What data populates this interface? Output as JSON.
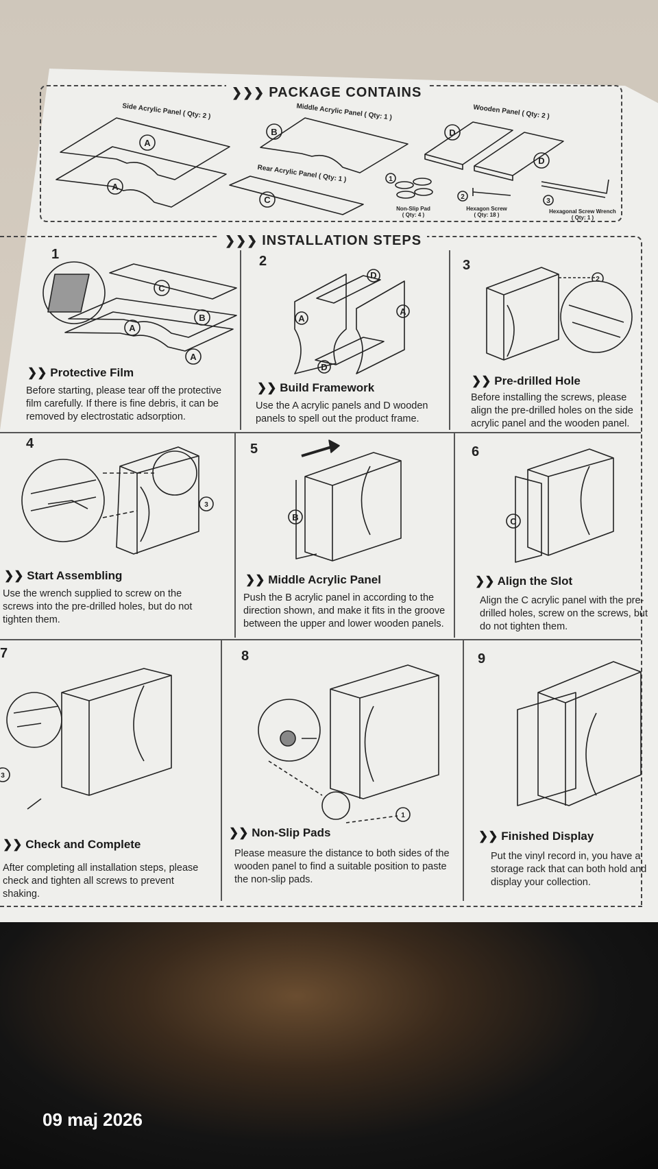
{
  "package": {
    "title": "PACKAGE CONTAINS",
    "chevrons": "❯❯❯",
    "items": [
      {
        "letter": "A",
        "label": "Side Acrylic Panel ( Qty: 2 )"
      },
      {
        "letter": "B",
        "label": "Middle Acrylic Panel ( Qty: 1 )"
      },
      {
        "letter": "D",
        "label": "Wooden Panel ( Qty: 2 )"
      },
      {
        "letter": "C",
        "label": "Rear Acrylic Panel ( Qty: 1 )"
      }
    ],
    "hardware": [
      {
        "num": "①",
        "label": "Non-Slip Pad",
        "qty": "( Qty: 4 )"
      },
      {
        "num": "②",
        "label": "Hexagon Screw",
        "qty": "( Qty: 18 )"
      },
      {
        "num": "③",
        "label": "Hexagonal Screw Wrench",
        "qty": "( Qty: 1 )"
      }
    ]
  },
  "installation": {
    "title": "INSTALLATION STEPS",
    "chevrons": "❯❯❯",
    "marker": "❯❯",
    "steps": [
      {
        "num": "1",
        "title": "Protective Film",
        "desc": "Before starting, please tear off the protective film carefully. If there is fine debris, it can be removed by electrostatic adsorption."
      },
      {
        "num": "2",
        "title": "Build Framework",
        "desc": "Use the A acrylic panels and D wooden panels to spell out the product frame."
      },
      {
        "num": "3",
        "title": "Pre-drilled Hole",
        "desc": "Before installing the screws, please align the pre-drilled holes on the side acrylic panel and the wooden panel."
      },
      {
        "num": "4",
        "title": "Start Assembling",
        "desc": "Use the wrench supplied to screw on the screws into the pre-drilled holes, but do not tighten them."
      },
      {
        "num": "5",
        "title": "Middle Acrylic Panel",
        "desc": "Push the B acrylic panel in according to the direction shown, and make it fits in the groove between the upper and lower wooden panels."
      },
      {
        "num": "6",
        "title": "Align the Slot",
        "desc": "Align the C acrylic panel with the pre-drilled holes, screw on the screws, but do not tighten them."
      },
      {
        "num": "7",
        "title": "Check and Complete",
        "desc": "After completing all installation steps, please check and tighten all screws to prevent shaking."
      },
      {
        "num": "8",
        "title": "Non-Slip Pads",
        "desc": "Please measure the distance to both sides of the wooden panel to find a suitable position to paste the non-slip pads."
      },
      {
        "num": "9",
        "title": "Finished Display",
        "desc": "Put the vinyl record in, you have a storage rack that can both hold and display your collection."
      }
    ]
  },
  "photo": {
    "date_stamp": "09 maj 2026"
  }
}
